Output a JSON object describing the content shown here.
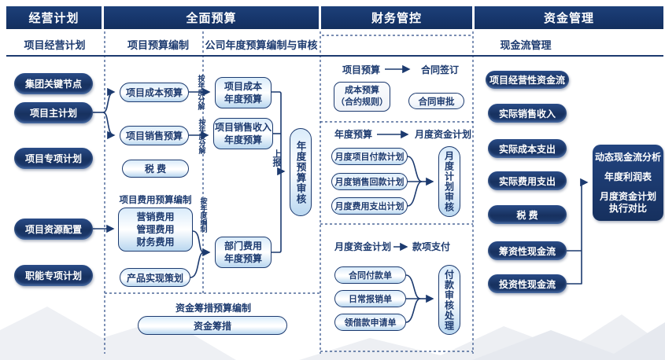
{
  "colors": {
    "navy": "#1c3a6f",
    "header": "#16356a",
    "lightTop": "#d9ebfa",
    "lightBot": "#b9d7f0"
  },
  "header": {
    "columns": [
      "经营计划",
      "全面预算",
      "财务管控",
      "资金管理"
    ]
  },
  "subheaders": {
    "col1": "项目经营计划",
    "col2_left": "项目预算编制",
    "col2_right": "公司年度预算编制与审核",
    "col4": "现金流管理"
  },
  "col1": {
    "items": [
      {
        "label": "集团关键节点"
      },
      {
        "label": "项目主计划"
      },
      {
        "label": "项目专项计划"
      },
      {
        "label": "项目资源配置"
      },
      {
        "label": "职能专项计划"
      }
    ]
  },
  "col2": {
    "cost_budget": "项目成本预算",
    "sales_budget": "项目销售预算",
    "tax": "税  费",
    "fee_section_label": "项目费用预算编制",
    "fee_box_lines": "营销费用\n管理费用\n财务费用",
    "product_plan": "产品实现策划",
    "cost_annual": "项目成本\n年度预算",
    "sales_annual": "项目销售收入\n年度预算",
    "dept_annual": "部门费用\n年度预算",
    "annual_review": "年度预算审核",
    "report_label": "上报",
    "decompose_label_1": "按年度分解",
    "decompose_label_2": "按年度分解",
    "compile_label": "按年度编制",
    "funding_section_label": "资金筹措预算编制",
    "funding_pill": "资金筹措"
  },
  "col3": {
    "s1": {
      "from": "项目预算",
      "to": "合同签订",
      "box": "成本预算\n（合约规则）",
      "pill": "合同审批"
    },
    "s2": {
      "from": "年度预算",
      "to": "月度资金计划",
      "pills": [
        "月度项目付款计划",
        "月度销售回款计划",
        "月度费用支出计划"
      ],
      "review": "月度计划审核"
    },
    "s3": {
      "from": "月度资金计划",
      "to": "款项支付",
      "pills": [
        "合同付款单",
        "日常报销单",
        "领借款申请单"
      ],
      "review": "付款审核处理"
    }
  },
  "col4": {
    "pills": [
      {
        "label": "项目经营性资金流"
      },
      {
        "label": "实际销售收入"
      },
      {
        "label": "实际成本支出"
      },
      {
        "label": "实际费用支出"
      },
      {
        "label": "税  费"
      },
      {
        "label": "筹资性现金流"
      },
      {
        "label": "投资性现金流"
      }
    ],
    "analysis": [
      "动态现金流分析",
      "年度利润表",
      "月度资金计划\n执行对比"
    ]
  }
}
